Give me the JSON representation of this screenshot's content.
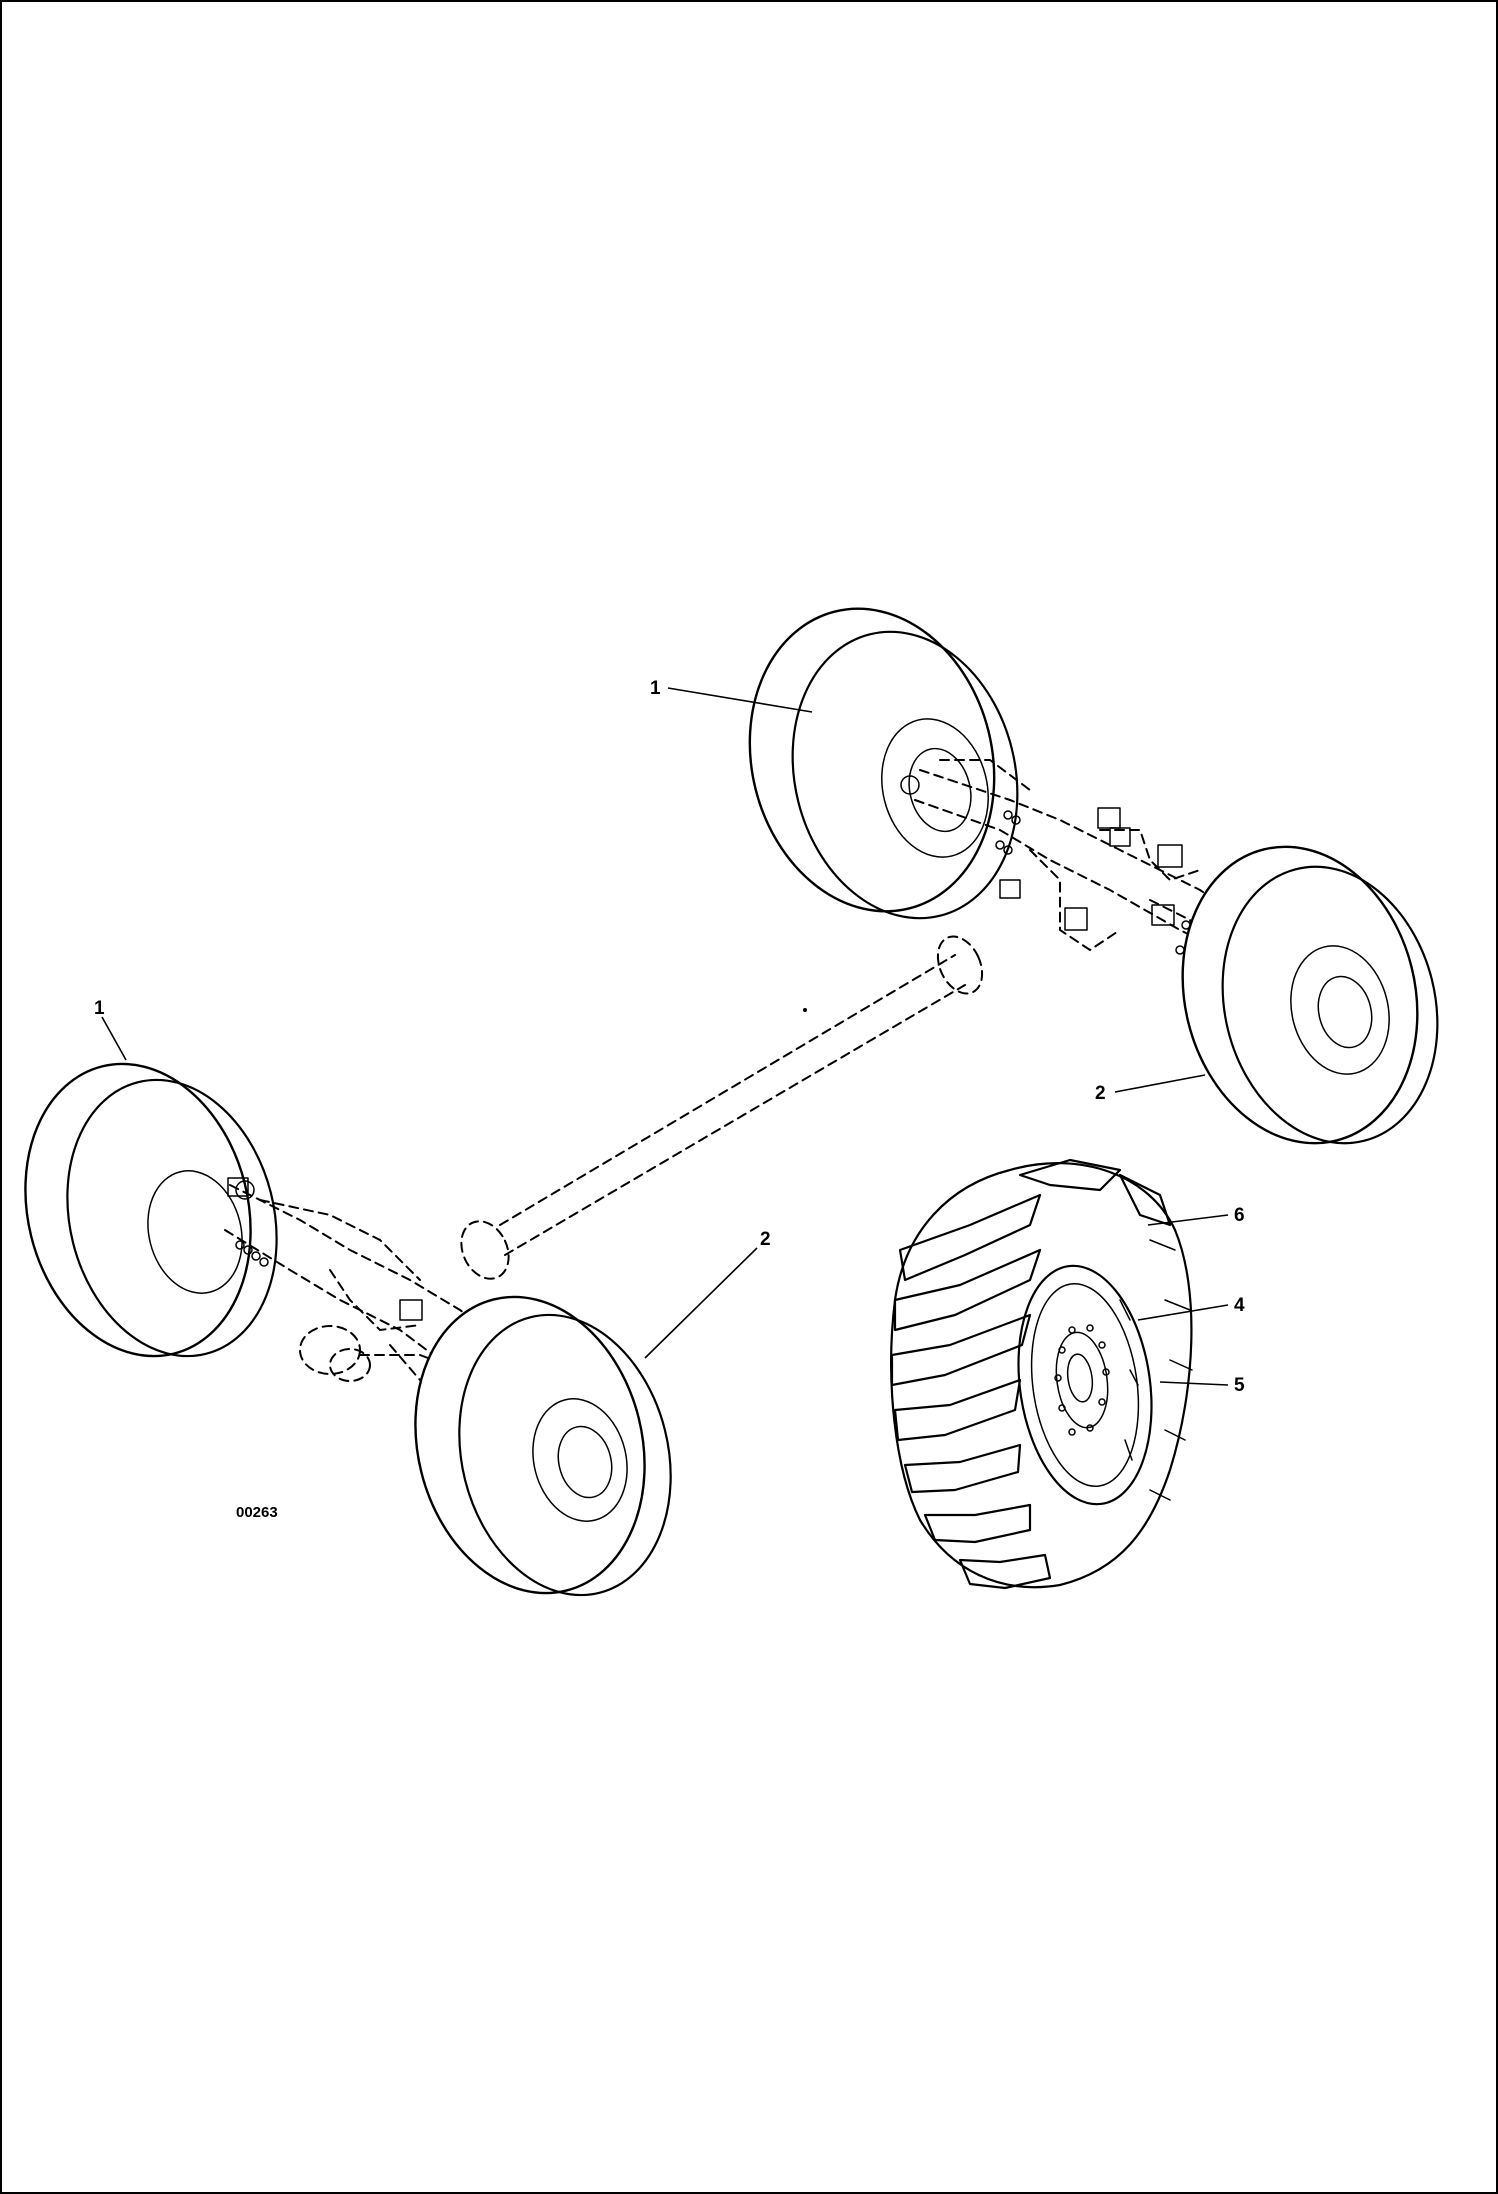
{
  "figure": {
    "drawing_code": "00263",
    "callouts": [
      {
        "id": "callout-1-rear",
        "label": "1"
      },
      {
        "id": "callout-1-front",
        "label": "1"
      },
      {
        "id": "callout-2-rear",
        "label": "2"
      },
      {
        "id": "callout-2-front",
        "label": "2"
      },
      {
        "id": "callout-6",
        "label": "6"
      },
      {
        "id": "callout-4",
        "label": "4"
      },
      {
        "id": "callout-5",
        "label": "5"
      }
    ]
  }
}
